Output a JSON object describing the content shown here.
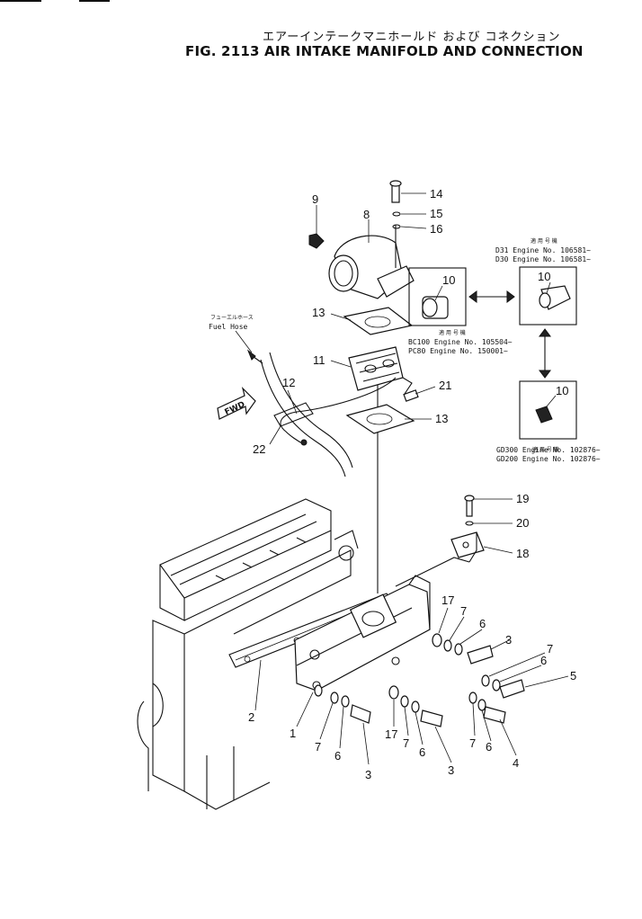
{
  "title": {
    "japanese": "エアーインテークマニホールド および コネクション",
    "english": "FIG. 2113  AIR INTAKE MANIFOLD AND CONNECTION"
  },
  "labels": {
    "fuel_hose_jp": "フューエルホース",
    "fuel_hose": "Fuel Hose",
    "fwd": "FWD",
    "applicable_jp": "適 用 号 機"
  },
  "applicability": {
    "top_right": [
      "D31  Engine  No. 106581~",
      "D30  Engine  No. 106581~"
    ],
    "middle": [
      "BC100  Engine  No. 105504~",
      "PC80  Engine  No. 150001~"
    ],
    "bottom_right": [
      "GD300  Engine  No. 102876~",
      "GD200  Engine  No. 102876~"
    ]
  },
  "callouts": [
    "14",
    "15",
    "16",
    "9",
    "8",
    "10",
    "10",
    "10",
    "13",
    "11",
    "12",
    "21",
    "13",
    "22",
    "19",
    "20",
    "18",
    "17",
    "7",
    "6",
    "3",
    "7",
    "6",
    "5",
    "2",
    "1",
    "7",
    "6",
    "3",
    "17",
    "7",
    "6",
    "3",
    "7",
    "6",
    "4"
  ]
}
